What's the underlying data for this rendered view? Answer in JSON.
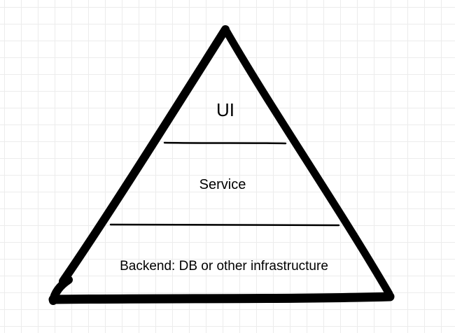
{
  "diagram": {
    "layers": [
      {
        "label": "UI"
      },
      {
        "label": "Service"
      },
      {
        "label": "Backend:  DB or other infrastructure"
      }
    ]
  }
}
